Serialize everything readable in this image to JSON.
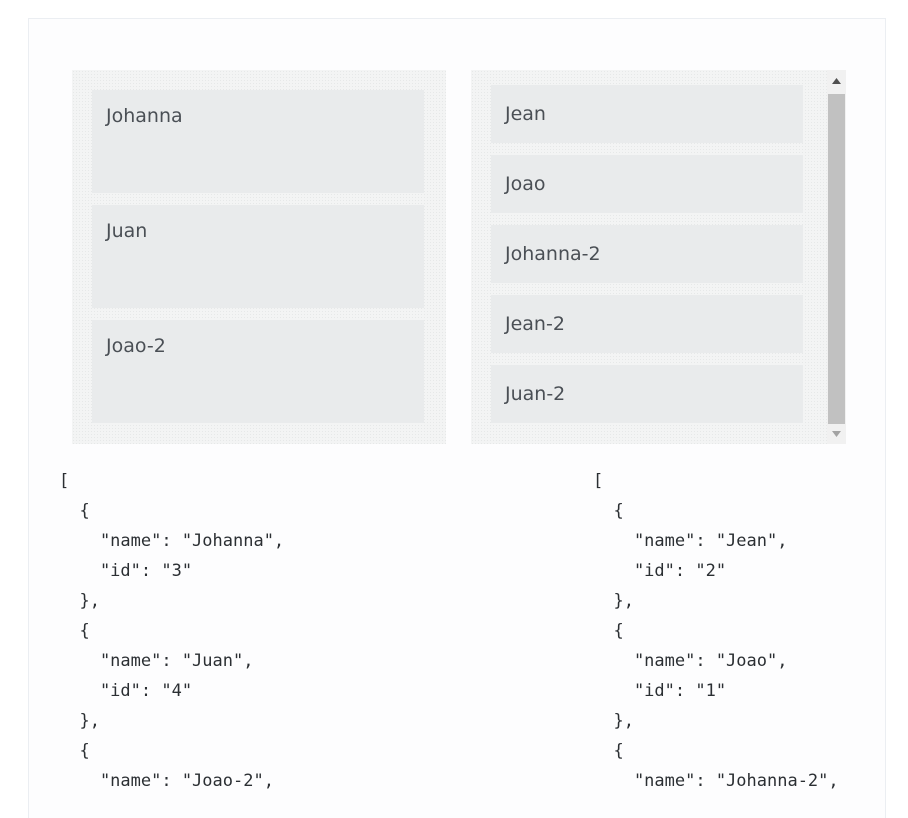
{
  "left_list": {
    "items": [
      {
        "label": "Johanna"
      },
      {
        "label": "Juan"
      },
      {
        "label": "Joao-2"
      }
    ]
  },
  "right_list": {
    "items": [
      {
        "label": "Jean"
      },
      {
        "label": "Joao"
      },
      {
        "label": "Johanna-2"
      },
      {
        "label": "Jean-2"
      },
      {
        "label": "Juan-2"
      }
    ],
    "scroll_position": 0
  },
  "left_json": {
    "text": "[\n  {\n    \"name\": \"Johanna\",\n    \"id\": \"3\"\n  },\n  {\n    \"name\": \"Juan\",\n    \"id\": \"4\"\n  },\n  {\n    \"name\": \"Joao-2\","
  },
  "right_json": {
    "text": "[\n  {\n    \"name\": \"Jean\",\n    \"id\": \"2\"\n  },\n  {\n    \"name\": \"Joao\",\n    \"id\": \"1\"\n  },\n  {\n    \"name\": \"Johanna-2\","
  },
  "icons": {
    "scroll_up": "triangle-up-icon",
    "scroll_down": "triangle-down-icon"
  },
  "colors": {
    "item_bg": "#e9ebec",
    "list_bg": "#f3f4f4",
    "scroll_thumb": "#c1c1c1",
    "text": "#4a4f55"
  }
}
